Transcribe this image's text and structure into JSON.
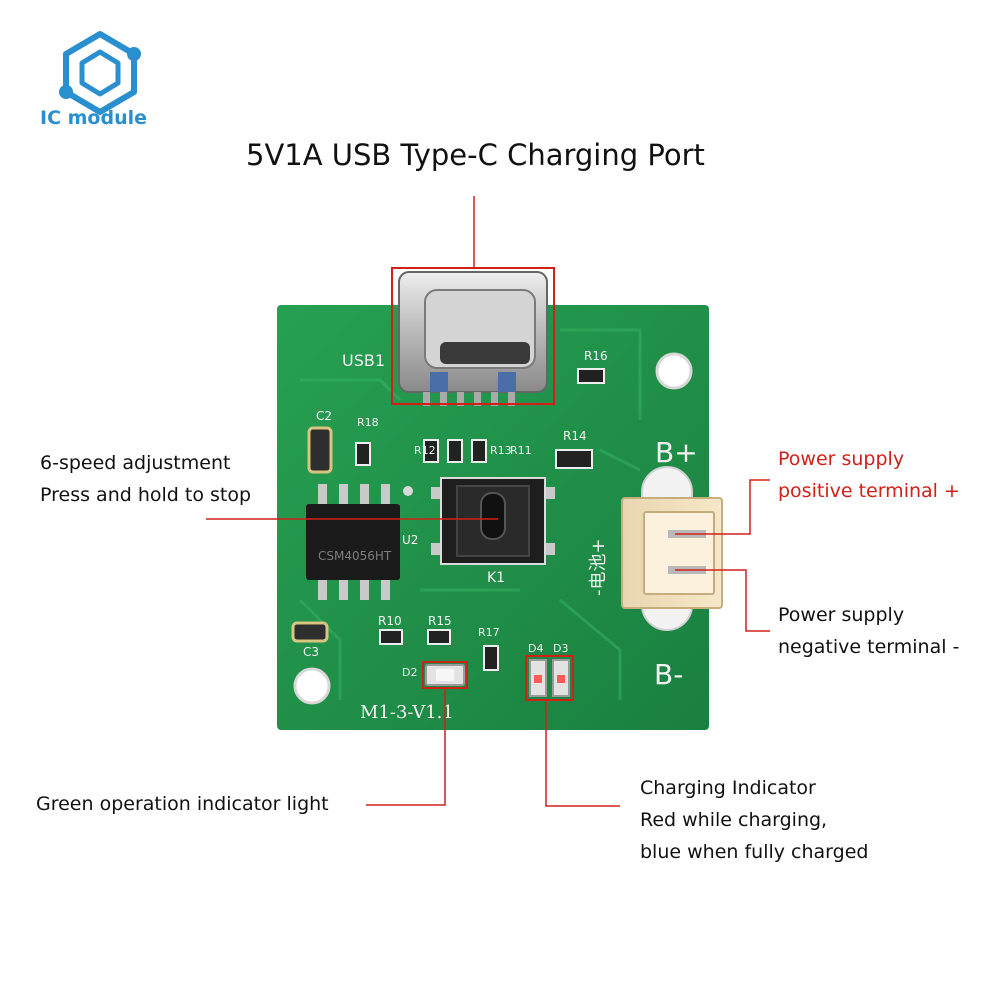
{
  "brand": {
    "name": "IC module",
    "color": "#2a8fcf",
    "logo_icon": "hexagon-circuit-icon"
  },
  "title": "5V1A USB Type-C Charging Port",
  "board": {
    "pcb_color": "#1f8f45",
    "version_label": "M1-3-V1.1",
    "chip_marking": "CSM4056HT",
    "silkscreen": {
      "usb": "USB1",
      "r16": "R16",
      "c2": "C2",
      "r18": "R18",
      "r12": "R12",
      "r13": "R13",
      "r11": "R11",
      "r14": "R14",
      "b_plus": "B+",
      "b_minus": "B-",
      "u2": "U2",
      "k1": "K1",
      "c3": "C3",
      "r10": "R10",
      "r15": "R15",
      "r17": "R17",
      "d2": "D2",
      "d4": "D4",
      "d3": "D3",
      "battery_cn": "-电池+"
    }
  },
  "callouts": {
    "speed_line1": "6-speed adjustment",
    "speed_line2": "Press and hold to stop",
    "pos_line1": "Power supply",
    "pos_line2": "positive terminal +",
    "neg_line1": "Power supply",
    "neg_line2": "negative terminal -",
    "green_led": "Green operation indicator light",
    "charge_line1": "Charging Indicator",
    "charge_line2": "Red while charging,",
    "charge_line3": "blue when fully charged"
  },
  "colors": {
    "callout_line": "#d22018",
    "highlight_box": "#d22018",
    "positive_text": "#d22018"
  }
}
